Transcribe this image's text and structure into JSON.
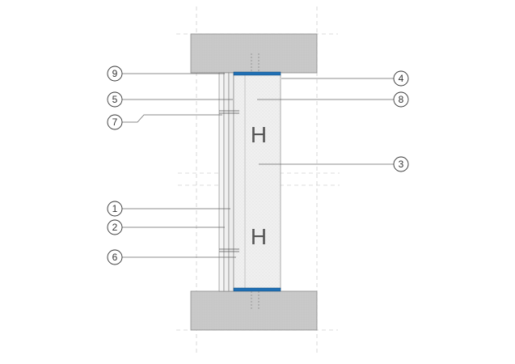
{
  "callouts": [
    {
      "label": "1"
    },
    {
      "label": "2"
    },
    {
      "label": "3"
    },
    {
      "label": "4"
    },
    {
      "label": "5"
    },
    {
      "label": "6"
    },
    {
      "label": "7"
    },
    {
      "label": "8"
    },
    {
      "label": "9"
    }
  ],
  "studs": [
    {
      "label": "H"
    },
    {
      "label": "H"
    }
  ],
  "colors": {
    "slab": "#c8c8c8",
    "slab_edge": "#8a8a8a",
    "track": "#1f6fb5",
    "insulation": "#eeeeee",
    "board": "#f2f2f2",
    "line": "#666666"
  }
}
